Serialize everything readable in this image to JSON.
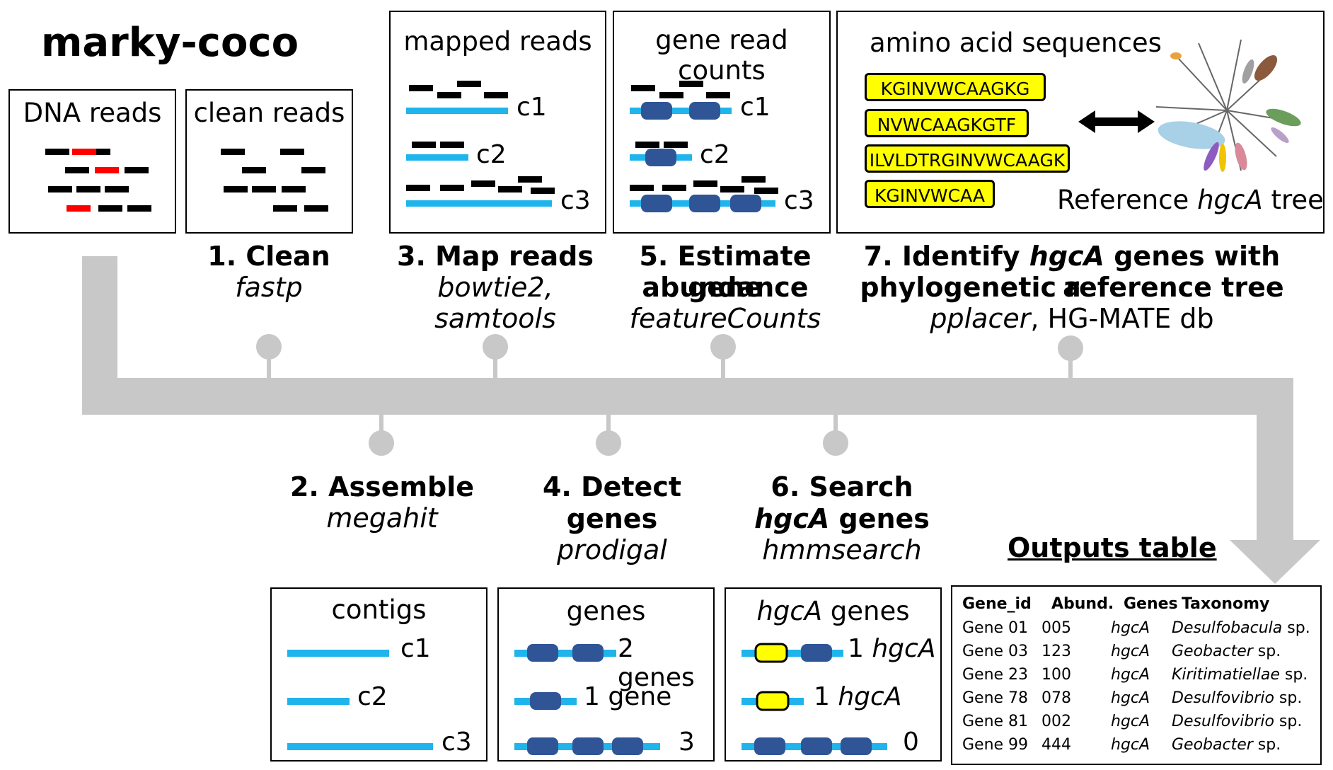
{
  "title": "marky-coco",
  "panels": {
    "dna_reads": "DNA reads",
    "clean_reads": "clean reads",
    "mapped_reads": "mapped reads",
    "gene_read_counts": "gene read counts",
    "amino_acid_sequences": "amino acid sequences",
    "contigs": "contigs",
    "genes": "genes",
    "hgca_genes_italic": "hgcA",
    "hgca_genes_rest": " genes"
  },
  "contig_labels": [
    "c1",
    "c2",
    "c3"
  ],
  "genes_counts": [
    "2 genes",
    "1 gene",
    "3"
  ],
  "hgca_counts": [
    {
      "num": "1",
      "gene": "hgcA"
    },
    {
      "num": "1",
      "gene": "hgcA"
    },
    {
      "num": "0",
      "gene": ""
    }
  ],
  "sequences": [
    "KGINVWCAAGKG",
    "NVWCAAGKGTF",
    "ILVLDTRGINVWCAAGK",
    "KGINVWCAA"
  ],
  "reference_tree": {
    "prefix": "Reference ",
    "italic": "hgcA",
    "suffix": " tree"
  },
  "steps": {
    "s1": {
      "title": "1. Clean",
      "tool": "fastp"
    },
    "s2": {
      "title": "2. Assemble",
      "tool": "megahit"
    },
    "s3": {
      "title": "3. Map reads",
      "tool": "bowtie2, samtools"
    },
    "s4": {
      "title_line1": "4. Detect",
      "title_line2": "genes",
      "tool": "prodigal"
    },
    "s5": {
      "title_line1": "5. Estimate gene",
      "title_line2": "abundance",
      "tool": "featureCounts"
    },
    "s6": {
      "title_line1": "6. Search",
      "title_line2_italic": "hgcA",
      "title_line2_rest": " genes",
      "tool": "hmmsearch"
    },
    "s7": {
      "title_line1_a": "7. Identify ",
      "title_line1_italic": "hgcA",
      "title_line1_b": " genes with a",
      "title_line2": "phylogenetic reference tree",
      "tool_italic": "pplacer",
      "tool_rest": ", HG-MATE db"
    }
  },
  "outputs_table": {
    "heading": "Outputs table",
    "columns": [
      "Gene_id",
      "Abund.",
      "Genes",
      "Taxonomy"
    ],
    "rows": [
      {
        "gene_id": "Gene 01",
        "abund": "005",
        "genes": "hgcA",
        "taxon": "Desulfobacula",
        "sp": " sp."
      },
      {
        "gene_id": "Gene 03",
        "abund": "123",
        "genes": "hgcA",
        "taxon": "Geobacter",
        "sp": " sp."
      },
      {
        "gene_id": "Gene 23",
        "abund": "100",
        "genes": "hgcA",
        "taxon": "Kiritimatiellae",
        "sp": " sp."
      },
      {
        "gene_id": "Gene 78",
        "abund": "078",
        "genes": "hgcA",
        "taxon": "Desulfovibrio",
        "sp": " sp."
      },
      {
        "gene_id": "Gene 81",
        "abund": "002",
        "genes": "hgcA",
        "taxon": "Desulfovibrio",
        "sp": " sp."
      },
      {
        "gene_id": "Gene 99",
        "abund": "444",
        "genes": "hgcA",
        "taxon": "Geobacter",
        "sp": " sp."
      }
    ]
  },
  "colors": {
    "pipeline": "#c8c8c8",
    "contig": "#1fb4ec",
    "gene": "#2f5597",
    "hgca": "#ffff00",
    "error_read": "#ff0000"
  }
}
